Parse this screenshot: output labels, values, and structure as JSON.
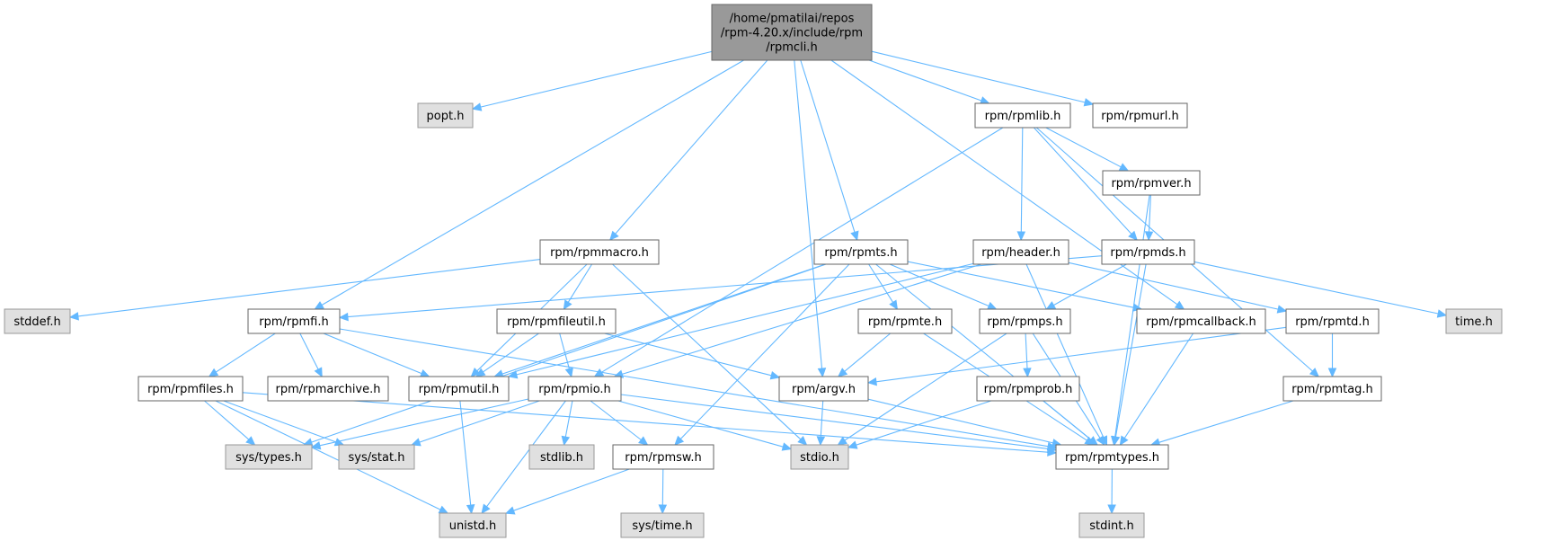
{
  "colors": {
    "edge": "#63b8ff",
    "root_fill": "#999999",
    "system_fill": "#e0e0e0",
    "local_fill": "#ffffff",
    "border": "#666666"
  },
  "nodes": {
    "rpmcli": {
      "lines": [
        "/home/pmatilai/repos",
        "/rpm-4.20.x/include/rpm",
        "/rpmcli.h"
      ],
      "kind": "root"
    },
    "popt": {
      "lines": [
        "popt.h"
      ],
      "kind": "system"
    },
    "rpmlib": {
      "lines": [
        "rpm/rpmlib.h"
      ],
      "kind": "local"
    },
    "rpmurl": {
      "lines": [
        "rpm/rpmurl.h"
      ],
      "kind": "local"
    },
    "rpmver": {
      "lines": [
        "rpm/rpmver.h"
      ],
      "kind": "local"
    },
    "rpmmacro": {
      "lines": [
        "rpm/rpmmacro.h"
      ],
      "kind": "local"
    },
    "rpmts": {
      "lines": [
        "rpm/rpmts.h"
      ],
      "kind": "local"
    },
    "header": {
      "lines": [
        "rpm/header.h"
      ],
      "kind": "local"
    },
    "rpmds": {
      "lines": [
        "rpm/rpmds.h"
      ],
      "kind": "local"
    },
    "stddef": {
      "lines": [
        "stddef.h"
      ],
      "kind": "system"
    },
    "rpmfi": {
      "lines": [
        "rpm/rpmfi.h"
      ],
      "kind": "local"
    },
    "rpmfileutil": {
      "lines": [
        "rpm/rpmfileutil.h"
      ],
      "kind": "local"
    },
    "rpmte": {
      "lines": [
        "rpm/rpmte.h"
      ],
      "kind": "local"
    },
    "rpmps": {
      "lines": [
        "rpm/rpmps.h"
      ],
      "kind": "local"
    },
    "rpmcallback": {
      "lines": [
        "rpm/rpmcallback.h"
      ],
      "kind": "local"
    },
    "rpmtd": {
      "lines": [
        "rpm/rpmtd.h"
      ],
      "kind": "local"
    },
    "time": {
      "lines": [
        "time.h"
      ],
      "kind": "system"
    },
    "rpmfiles": {
      "lines": [
        "rpm/rpmfiles.h"
      ],
      "kind": "local"
    },
    "rpmarchive": {
      "lines": [
        "rpm/rpmarchive.h"
      ],
      "kind": "local"
    },
    "rpmutil": {
      "lines": [
        "rpm/rpmutil.h"
      ],
      "kind": "local"
    },
    "rpmio": {
      "lines": [
        "rpm/rpmio.h"
      ],
      "kind": "local"
    },
    "rpmargv": {
      "lines": [
        "rpm/argv.h"
      ],
      "kind": "local"
    },
    "rpmprob": {
      "lines": [
        "rpm/rpmprob.h"
      ],
      "kind": "local"
    },
    "rpmtag": {
      "lines": [
        "rpm/rpmtag.h"
      ],
      "kind": "local"
    },
    "systypes": {
      "lines": [
        "sys/types.h"
      ],
      "kind": "system"
    },
    "sysstat": {
      "lines": [
        "sys/stat.h"
      ],
      "kind": "system"
    },
    "stdlib": {
      "lines": [
        "stdlib.h"
      ],
      "kind": "system"
    },
    "rpmsw": {
      "lines": [
        "rpm/rpmsw.h"
      ],
      "kind": "local"
    },
    "stdio": {
      "lines": [
        "stdio.h"
      ],
      "kind": "system"
    },
    "rpmtypes": {
      "lines": [
        "rpm/rpmtypes.h"
      ],
      "kind": "local"
    },
    "unistd": {
      "lines": [
        "unistd.h"
      ],
      "kind": "system"
    },
    "systime": {
      "lines": [
        "sys/time.h"
      ],
      "kind": "system"
    },
    "stdint": {
      "lines": [
        "stdint.h"
      ],
      "kind": "system"
    }
  },
  "edges": [
    [
      "rpmcli",
      "popt"
    ],
    [
      "rpmcli",
      "rpmlib"
    ],
    [
      "rpmcli",
      "rpmurl"
    ],
    [
      "rpmcli",
      "rpmmacro"
    ],
    [
      "rpmcli",
      "rpmts"
    ],
    [
      "rpmcli",
      "rpmfi"
    ],
    [
      "rpmcli",
      "rpmargv"
    ],
    [
      "rpmcli",
      "rpmcallback"
    ],
    [
      "rpmlib",
      "rpmver"
    ],
    [
      "rpmlib",
      "header"
    ],
    [
      "rpmlib",
      "rpmds"
    ],
    [
      "rpmlib",
      "rpmio"
    ],
    [
      "rpmlib",
      "rpmtag"
    ],
    [
      "rpmver",
      "rpmds"
    ],
    [
      "rpmver",
      "rpmtypes"
    ],
    [
      "rpmmacro",
      "stddef"
    ],
    [
      "rpmmacro",
      "rpmfileutil"
    ],
    [
      "rpmmacro",
      "rpmutil"
    ],
    [
      "rpmmacro",
      "stdio"
    ],
    [
      "rpmts",
      "rpmte"
    ],
    [
      "rpmts",
      "rpmps"
    ],
    [
      "rpmts",
      "rpmcallback"
    ],
    [
      "rpmts",
      "rpmsw"
    ],
    [
      "rpmts",
      "rpmtypes"
    ],
    [
      "rpmts",
      "systypes"
    ],
    [
      "rpmts",
      "rpmutil"
    ],
    [
      "header",
      "rpmtd"
    ],
    [
      "header",
      "rpmio"
    ],
    [
      "header",
      "rpmtypes"
    ],
    [
      "header",
      "rpmutil"
    ],
    [
      "rpmds",
      "rpmps"
    ],
    [
      "rpmds",
      "time"
    ],
    [
      "rpmds",
      "rpmtypes"
    ],
    [
      "rpmds",
      "rpmfi"
    ],
    [
      "rpmfi",
      "rpmfiles"
    ],
    [
      "rpmfi",
      "rpmarchive"
    ],
    [
      "rpmfi",
      "rpmutil"
    ],
    [
      "rpmfi",
      "rpmtypes"
    ],
    [
      "rpmfileutil",
      "rpmio"
    ],
    [
      "rpmfileutil",
      "rpmutil"
    ],
    [
      "rpmfileutil",
      "rpmargv"
    ],
    [
      "rpmte",
      "rpmargv"
    ],
    [
      "rpmte",
      "rpmtypes"
    ],
    [
      "rpmps",
      "rpmprob"
    ],
    [
      "rpmps",
      "rpmtypes"
    ],
    [
      "rpmps",
      "stdio"
    ],
    [
      "rpmcallback",
      "rpmtypes"
    ],
    [
      "rpmtd",
      "rpmtag"
    ],
    [
      "rpmtd",
      "rpmargv"
    ],
    [
      "rpmfiles",
      "systypes"
    ],
    [
      "rpmfiles",
      "sysstat"
    ],
    [
      "rpmfiles",
      "unistd"
    ],
    [
      "rpmfiles",
      "rpmtypes"
    ],
    [
      "rpmutil",
      "unistd"
    ],
    [
      "rpmio",
      "systypes"
    ],
    [
      "rpmio",
      "sysstat"
    ],
    [
      "rpmio",
      "stdlib"
    ],
    [
      "rpmio",
      "rpmsw"
    ],
    [
      "rpmio",
      "stdio"
    ],
    [
      "rpmio",
      "unistd"
    ],
    [
      "rpmio",
      "rpmtypes"
    ],
    [
      "rpmargv",
      "stdio"
    ],
    [
      "rpmargv",
      "rpmtypes"
    ],
    [
      "rpmprob",
      "rpmtypes"
    ],
    [
      "rpmprob",
      "stdio"
    ],
    [
      "rpmtag",
      "rpmtypes"
    ],
    [
      "rpmsw",
      "systime"
    ],
    [
      "rpmsw",
      "unistd"
    ],
    [
      "rpmtypes",
      "stdint"
    ]
  ]
}
